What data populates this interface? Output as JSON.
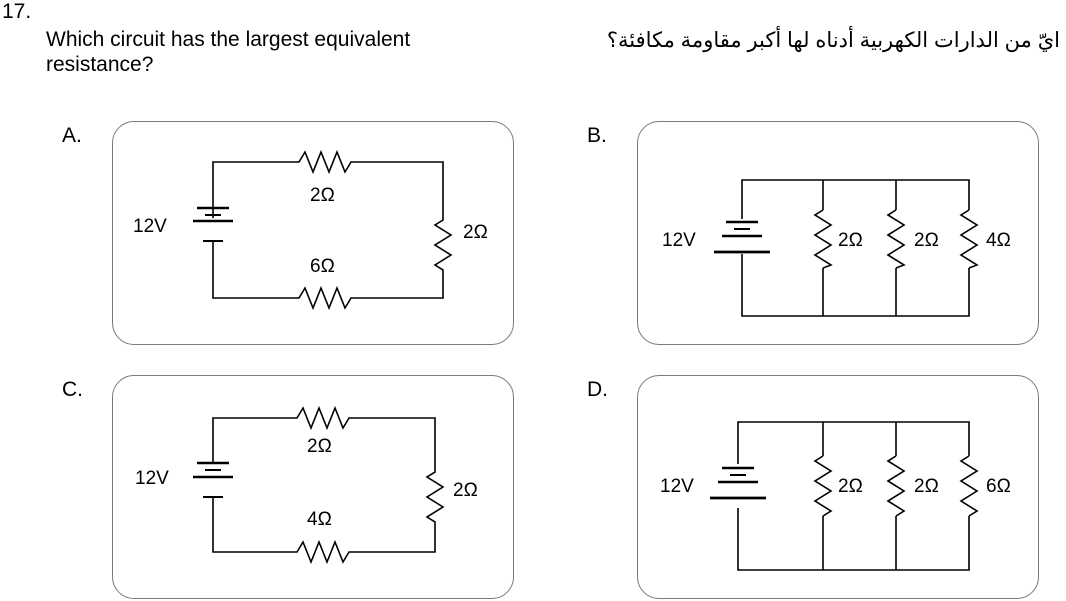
{
  "question": {
    "number": "17.",
    "text_en": "Which circuit has the largest equivalent resistance?",
    "text_ar": "ايّ من الدارات الكهربية أدناه لها أكبر مقاومة مكافئة؟"
  },
  "options": {
    "A": {
      "label": "A.",
      "type": "series",
      "voltage": "12V",
      "r_top": "2Ω",
      "r_bottom": "6Ω",
      "r_right": "2Ω"
    },
    "B": {
      "label": "B.",
      "type": "parallel",
      "voltage": "12V",
      "r1": "2Ω",
      "r2": "2Ω",
      "r3": "4Ω"
    },
    "C": {
      "label": "C.",
      "type": "series",
      "voltage": "12V",
      "r_top": "2Ω",
      "r_bottom": "4Ω",
      "r_right": "2Ω"
    },
    "D": {
      "label": "D.",
      "type": "parallel",
      "voltage": "12V",
      "r1": "2Ω",
      "r2": "2Ω",
      "r3": "6Ω"
    }
  }
}
